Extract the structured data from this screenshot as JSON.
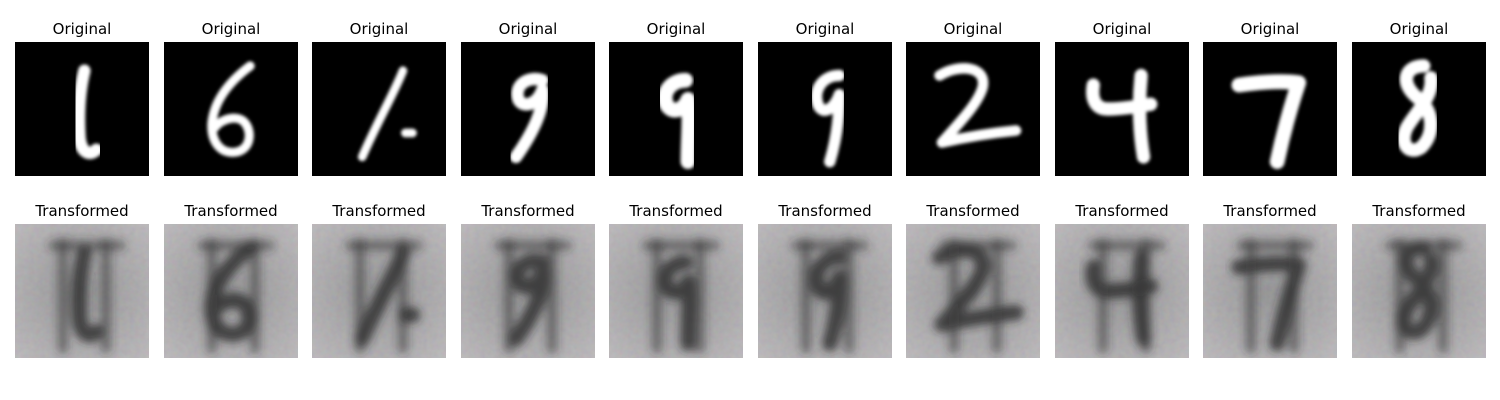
{
  "figure": {
    "rows": [
      {
        "kind": "original",
        "label": "Original",
        "background": "#000000",
        "stroke_color": "#ffffff",
        "panels": [
          {
            "label": "Original",
            "digit": "1"
          },
          {
            "label": "Original",
            "digit": "6"
          },
          {
            "label": "Original",
            "digit": "1"
          },
          {
            "label": "Original",
            "digit": "9"
          },
          {
            "label": "Original",
            "digit": "9"
          },
          {
            "label": "Original",
            "digit": "9"
          },
          {
            "label": "Original",
            "digit": "2"
          },
          {
            "label": "Original",
            "digit": "4"
          },
          {
            "label": "Original",
            "digit": "7"
          },
          {
            "label": "Original",
            "digit": "8"
          }
        ]
      },
      {
        "kind": "transformed",
        "label": "Transformed",
        "background": "#9a9a9a",
        "stroke_color": "#262626",
        "panels": [
          {
            "label": "Transformed",
            "digit": "1"
          },
          {
            "label": "Transformed",
            "digit": "6"
          },
          {
            "label": "Transformed",
            "digit": "1"
          },
          {
            "label": "Transformed",
            "digit": "9"
          },
          {
            "label": "Transformed",
            "digit": "9"
          },
          {
            "label": "Transformed",
            "digit": "9"
          },
          {
            "label": "Transformed",
            "digit": "2"
          },
          {
            "label": "Transformed",
            "digit": "4"
          },
          {
            "label": "Transformed",
            "digit": "7"
          },
          {
            "label": "Transformed",
            "digit": "8"
          }
        ]
      }
    ]
  }
}
